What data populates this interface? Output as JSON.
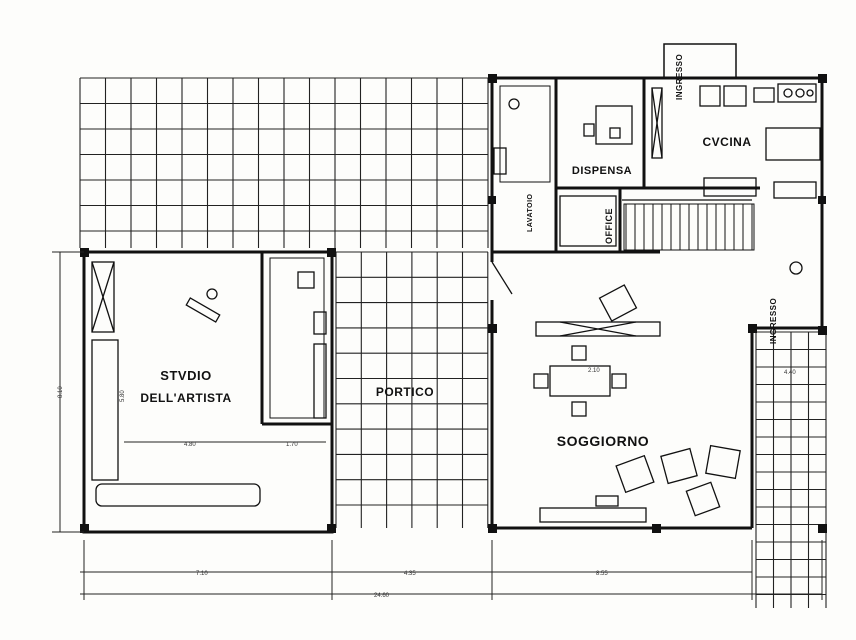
{
  "rooms": {
    "studio_line1": "STVDIO",
    "studio_line2": "DELL'ARTISTA",
    "portico": "PORTICO",
    "soggiorno": "SOGGIORNO",
    "cucina": "CVCINA",
    "dispensa": "DISPENSA",
    "office": "OFFICE",
    "lavatoio": "LAVATOIO",
    "ingresso_top": "INGRESSO",
    "ingresso_right": "INGRESSO"
  },
  "dimensions": {
    "total_width": "24.60",
    "studio_width": "7.10",
    "portico_width": "4.35",
    "soggiorno_width": "8.55",
    "studio_inner": "4.80",
    "studio_side": "1.70",
    "left_height": "8.10",
    "studio_height": "5.80",
    "terrace_width": "4.40",
    "table_size": "2.10"
  },
  "colors": {
    "ink": "#111111",
    "paper": "#fdfdfb",
    "grid": "#222222"
  }
}
